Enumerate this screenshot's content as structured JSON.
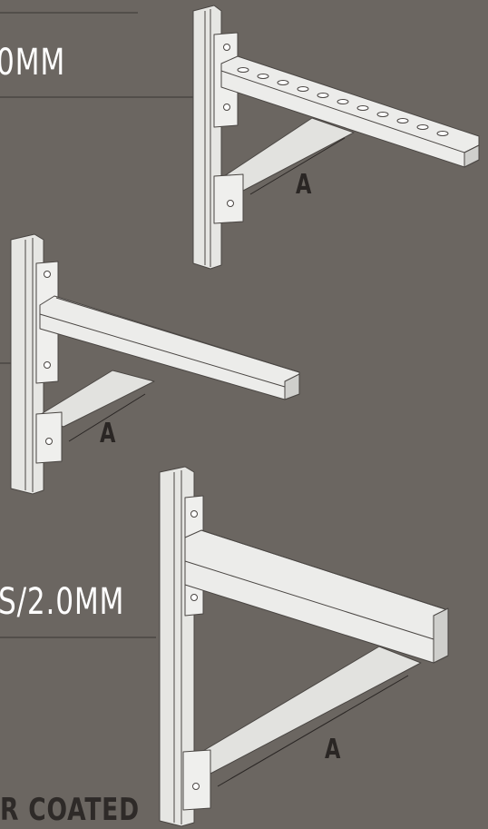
{
  "labels": {
    "top_spec": "0MM",
    "middle_spec": "S/2.0MM",
    "bottom_note": "R COATED"
  },
  "dimension_labels": {
    "bracket_1": "A",
    "bracket_2": "A",
    "bracket_3": "A"
  },
  "colors": {
    "background": "#6b6661",
    "steel_face": "#e9e9e7",
    "steel_shade": "#c9c9c6",
    "outline": "#4a4643",
    "text": "#ffffff",
    "dim_text": "#2a2624"
  }
}
